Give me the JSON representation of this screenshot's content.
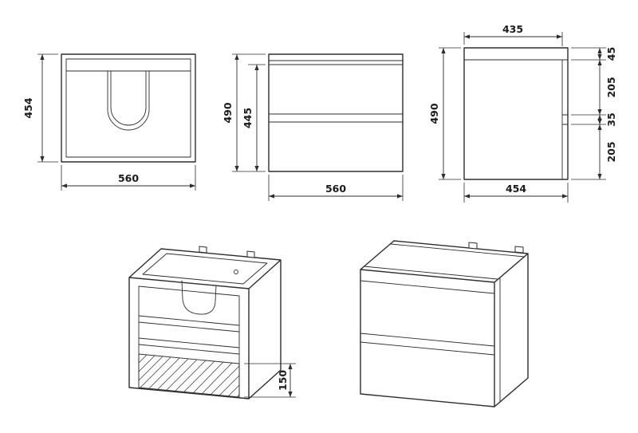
{
  "sheet": {
    "type": "technical-dimension-drawing",
    "subject": "bathroom-vanity-cabinet-with-two-drawers",
    "background": "#ffffff",
    "line_color": "#2e2e2e",
    "text_color": "#1b1b1b"
  },
  "views": {
    "top": {
      "label_height": "454",
      "label_width": "560"
    },
    "front": {
      "label_height": "490",
      "label_inner_height": "445",
      "label_width": "560"
    },
    "side": {
      "label_top_width": "435",
      "label_height": "490",
      "label_bottom_width": "454",
      "right_segments": [
        "45",
        "205",
        "35",
        "205"
      ]
    },
    "iso_open": {
      "label_drawer_front_height": "150"
    }
  }
}
